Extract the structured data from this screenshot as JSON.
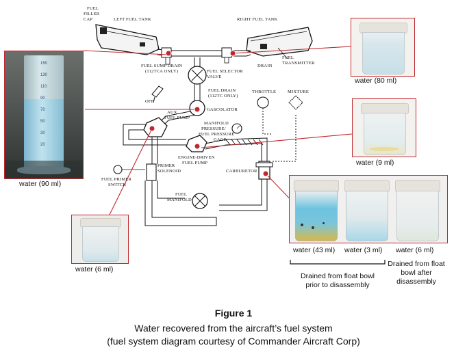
{
  "schematic": {
    "fuel_filler_cap": [
      "FUEL",
      "FILLER",
      "CAP"
    ],
    "left_fuel_tank": "LEFT FUEL TANK",
    "right_fuel_tank": "RIGHT FUEL TANK",
    "fuel_sump_drain": [
      "FUEL SUMP DRAIN",
      "(112TCA ONLY)"
    ],
    "fuel_selector_valve": [
      "FUEL SELECTOR",
      "VALVE"
    ],
    "drain": "DRAIN",
    "fuel_transmitter": [
      "FUEL",
      "TRANSMITTER"
    ],
    "fuel_drain": [
      "FUEL DRAIN",
      "(112TC ONLY)"
    ],
    "throttle": "THROTTLE",
    "mixture": "MIXTURE",
    "off": "OFF",
    "gascolator": "GASCOLATOR",
    "aux_fuel_pump": [
      "AUX",
      "FUEL PUMP"
    ],
    "manifold_pressure_gage": [
      "MANIFOLD",
      "PRESSURE/",
      "FUEL PRESSURE",
      "GAGE"
    ],
    "engine_driven_fuel_pump": [
      "ENGINE-DRIVEN",
      "FUEL PUMP"
    ],
    "carburetor": "CARBURETOR",
    "primer_solenoid": [
      "PRIMER",
      "SOLENOID"
    ],
    "fuel_primer_switch": [
      "FUEL PRIMER",
      "SWITCH"
    ],
    "fuel_manifold": [
      "FUEL",
      "MANIFOLD"
    ]
  },
  "photos": {
    "cylinder": {
      "caption": "water (90 ml)",
      "ticks": [
        "150",
        "130",
        "110",
        "90",
        "70",
        "50",
        "30",
        "20"
      ]
    },
    "cup_80": {
      "caption": "water (80 ml)"
    },
    "cup_9": {
      "caption": "water (9 ml)"
    },
    "cup_6": {
      "caption": "water (6 ml)"
    },
    "three_cups": {
      "captions": [
        "water (43 ml)",
        "water (3 ml)",
        "water (6 ml)"
      ],
      "note_before": "Drained from float bowl prior to disassembly",
      "note_after": "Drained from float bowl after disassembly"
    }
  },
  "figure": {
    "title": "Figure 1",
    "caption_line1": "Water recovered from the aircraft’s fuel system",
    "caption_line2": "(fuel system diagram courtesy of Commander Aircraft Corp)"
  },
  "colors": {
    "callout": "#c0282d",
    "water": "#bfe3ee",
    "lid": "#e6e2dc"
  }
}
